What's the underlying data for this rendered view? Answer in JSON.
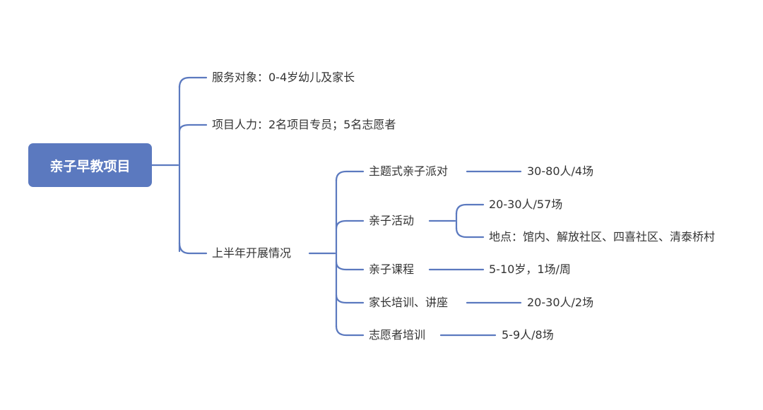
{
  "colors": {
    "root_fill": "#5b79bf",
    "connector": "#5b79bf",
    "text": "#333333",
    "root_text": "#ffffff"
  },
  "root": {
    "label": "亲子早教项目"
  },
  "branches": {
    "service_target": {
      "label": "服务对象：0-4岁幼儿及家长"
    },
    "staffing": {
      "label": "项目人力：2名项目专员；5名志愿者"
    },
    "h1_progress": {
      "label": "上半年开展情况",
      "children": {
        "theme_party": {
          "label": "主题式亲子派对",
          "detail": "30-80人/4场"
        },
        "parent_child_activity": {
          "label": "亲子活动",
          "detail_count": "20-30人/57场",
          "detail_location": "地点：馆内、解放社区、四喜社区、清泰桥村"
        },
        "parent_child_course": {
          "label": "亲子课程",
          "detail": "5-10岁，1场/周"
        },
        "parent_training": {
          "label": "家长培训、讲座",
          "detail": "20-30人/2场"
        },
        "volunteer_training": {
          "label": "志愿者培训",
          "detail": "5-9人/8场"
        }
      }
    }
  }
}
